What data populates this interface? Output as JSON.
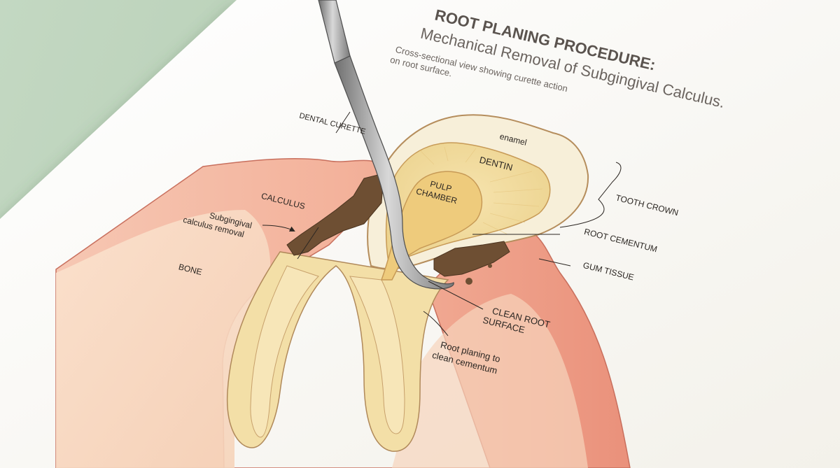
{
  "title": "ROOT PLANING PROCEDURE:",
  "subtitle": "Mechanical Removal of Subgingival Calculus.",
  "caption_line1": "Cross-sectional view showing curette action",
  "caption_line2": "on root surface.",
  "labels": {
    "dental_curette": "DENTAL CURETTE",
    "enamel": "enamel",
    "dentin": "DENTIN",
    "pulp_line1": "PULP",
    "pulp_line2": "CHAMBER",
    "tooth_crown": "TOOTH CROWN",
    "calculus": "CALCULUS",
    "subgingival_line1": "Subgingival",
    "subgingival_line2": "calculus removal",
    "bone": "BONE",
    "root_cementum": "ROOT CEMENTUM",
    "gum_tissue": "GUM TISSUE",
    "clean_root_line1": "CLEAN ROOT",
    "clean_root_line2": "SURFACE",
    "root_planing_line1": "Root planing to",
    "root_planing_line2": "clean cementum"
  },
  "colors": {
    "background": "#b7cfb6",
    "paper": "#fbfaf6",
    "gum": "#f0a993",
    "bone": "#f8dcc6",
    "enamel": "#f7efd9",
    "dentin": "#f2dca0",
    "pulp": "#eecb7c",
    "calculus": "#6e4f33",
    "instrument": "#9a9a9a"
  }
}
